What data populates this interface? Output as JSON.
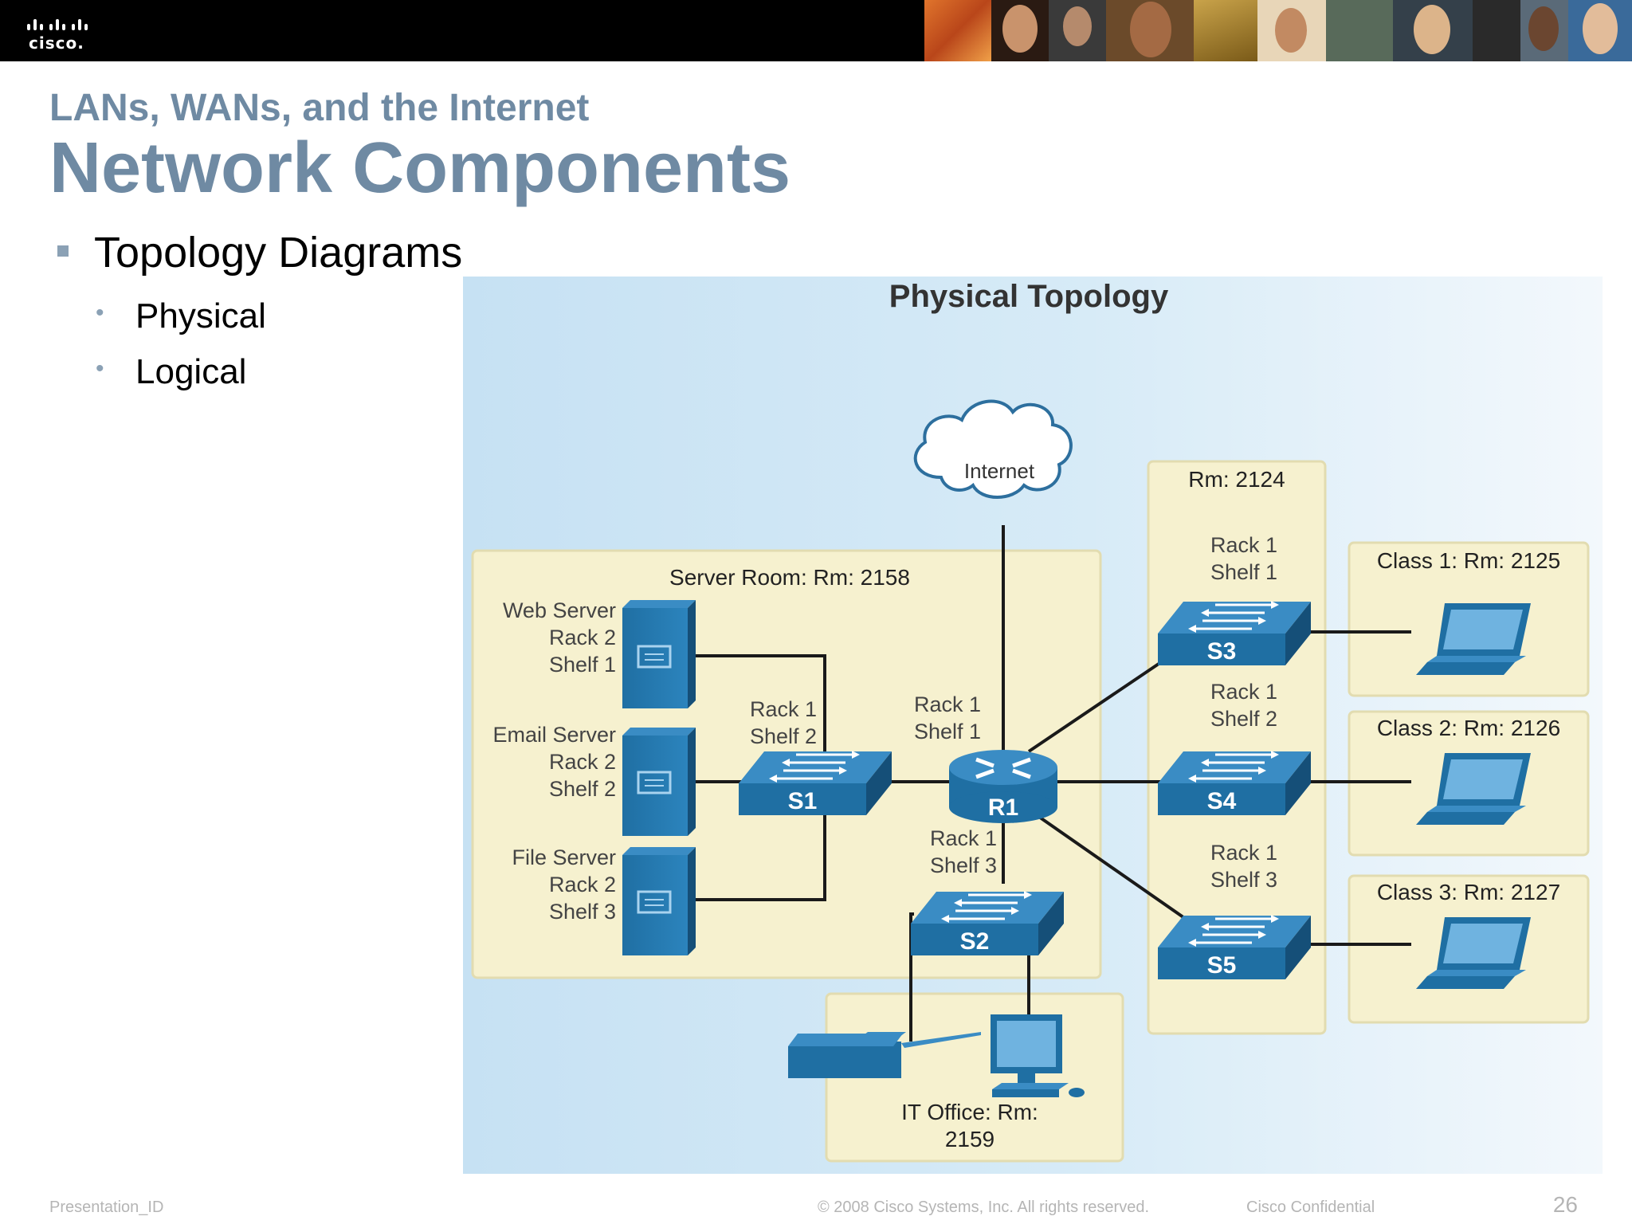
{
  "header": {
    "logo_text": "cisco.",
    "logo_icon": "cisco-bridge-bars-icon"
  },
  "slide": {
    "subtitle": "LANs, WANs, and the Internet",
    "title": "Network Components",
    "bullet": "Topology Diagrams",
    "sub_bullets": [
      "Physical",
      "Logical"
    ]
  },
  "diagram": {
    "title": "Physical Topology",
    "cloud_label": "Internet",
    "server_room": {
      "label": "Server Room: Rm: 2158",
      "servers": [
        {
          "line1": "Web Server",
          "line2": "Rack 2",
          "line3": "Shelf 1"
        },
        {
          "line1": "Email Server",
          "line2": "Rack 2",
          "line3": "Shelf 2"
        },
        {
          "line1": "File Server",
          "line2": "Rack 2",
          "line3": "Shelf 3"
        }
      ],
      "s1_loc": [
        "Rack 1",
        "Shelf 2"
      ],
      "r1_loc": [
        "Rack 1",
        "Shelf 1"
      ],
      "s2_loc": [
        "Rack 1",
        "Shelf 3"
      ]
    },
    "rm2124": {
      "label": "Rm: 2124",
      "s3_loc": [
        "Rack 1",
        "Shelf 1"
      ],
      "s4_loc": [
        "Rack 1",
        "Shelf 2"
      ],
      "s5_loc": [
        "Rack 1",
        "Shelf 3"
      ]
    },
    "classes": [
      "Class 1: Rm: 2125",
      "Class 2: Rm: 2126",
      "Class 3: Rm: 2127"
    ],
    "it_office": [
      "IT Office: Rm:",
      "2159"
    ],
    "devices": {
      "s1": "S1",
      "s2": "S2",
      "s3": "S3",
      "s4": "S4",
      "s5": "S5",
      "r1": "R1"
    },
    "colors": {
      "device": "#1f6fa3",
      "device_top": "#3a8cc4",
      "room": "#f6f1cf",
      "link": "#1a1a1a",
      "background": "#d7ebf7"
    }
  },
  "footer": {
    "presentation_id": "Presentation_ID",
    "copyright": "© 2008 Cisco Systems, Inc. All rights reserved.",
    "confidential": "Cisco Confidential",
    "page": "26"
  }
}
